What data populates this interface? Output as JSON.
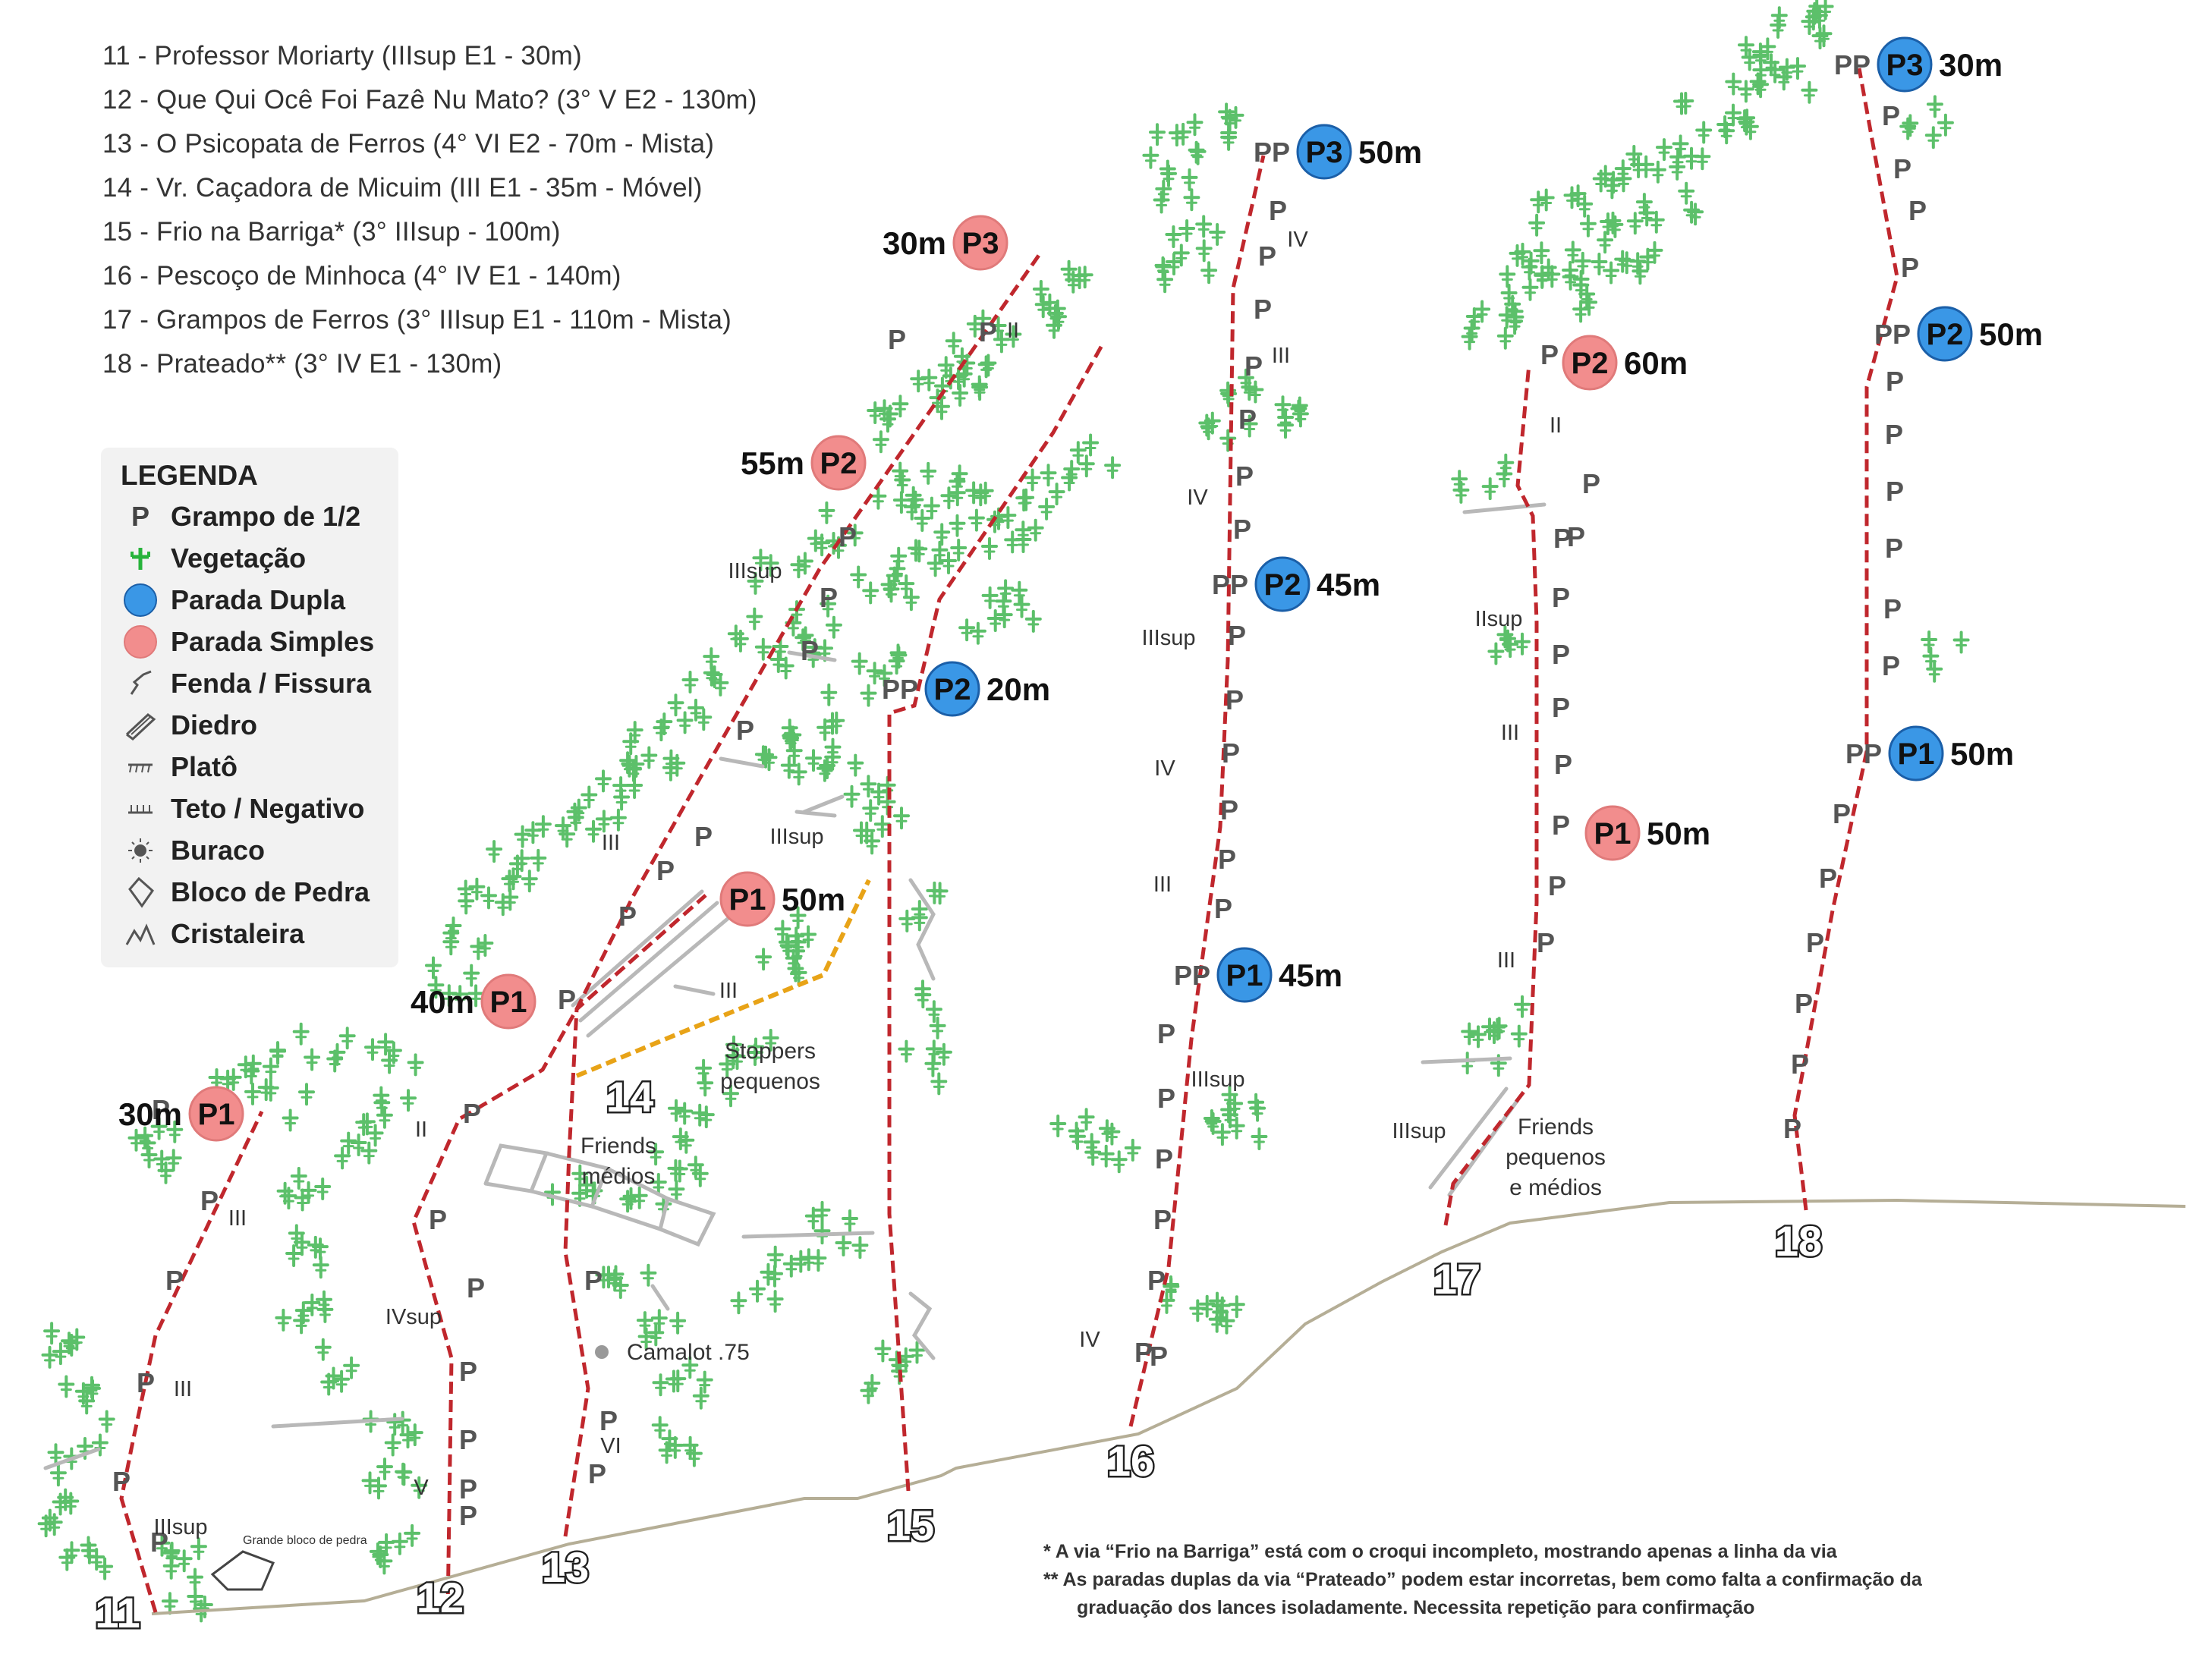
{
  "route_list": [
    "11 - Professor Moriarty (IIIsup E1 - 30m)",
    "12 - Que Qui Ocê Foi Fazê Nu Mato? (3° V E2 - 130m)",
    "13 - O Psicopata de Ferros (4° VI E2 - 70m - Mista)",
    "14 - Vr. Caçadora de Micuim (III E1 - 35m - Móvel)",
    "15 - Frio na Barriga* (3° IIIsup - 100m)",
    "16 - Pescoço de Minhoca (4° IV E1 - 140m)",
    "17 - Grampos de Ferros (3° IIIsup E1 - 110m - Mista)",
    "18 - Prateado** (3° IV E1 - 130m)"
  ],
  "legend": {
    "title": "LEGENDA",
    "items": [
      {
        "icon": "bolt-icon",
        "glyph": "P",
        "label": "Grampo de 1/2"
      },
      {
        "icon": "vegetation-icon",
        "label": "Vegetação"
      },
      {
        "icon": "double-belay-icon",
        "label": "Parada Dupla"
      },
      {
        "icon": "single-belay-icon",
        "label": "Parada Simples"
      },
      {
        "icon": "crack-icon",
        "label": "Fenda / Fissura"
      },
      {
        "icon": "dihedral-icon",
        "label": "Diedro"
      },
      {
        "icon": "ledge-icon",
        "label": "Platô"
      },
      {
        "icon": "roof-icon",
        "label": "Teto / Negativo"
      },
      {
        "icon": "hole-icon",
        "label": "Buraco"
      },
      {
        "icon": "boulder-icon",
        "label": "Bloco de Pedra"
      },
      {
        "icon": "crystal-icon",
        "label": "Cristaleira"
      }
    ]
  },
  "colors": {
    "route_line": "#c0272d",
    "route_gap": "#ffffff",
    "trad_line": "#e8a317",
    "double_belay": "#3a97e6",
    "single_belay": "#f28d8d",
    "vegetation": "#5cc06a",
    "ground": "#b5ae96",
    "rock_feature": "#b8b8b8"
  },
  "belays": [
    {
      "route": "11",
      "label": "P1",
      "dist": "30m",
      "type": "single"
    },
    {
      "route": "12",
      "label": "P1",
      "dist": "40m",
      "type": "single"
    },
    {
      "route": "12",
      "label": "P2",
      "dist": "55m",
      "type": "single"
    },
    {
      "route": "12",
      "label": "P3",
      "dist": "30m",
      "type": "single"
    },
    {
      "route": "13",
      "label": "P1",
      "dist": "50m",
      "type": "single"
    },
    {
      "route": "15",
      "label": "P2",
      "dist": "20m",
      "type": "double",
      "bolts": "PP"
    },
    {
      "route": "16",
      "label": "P1",
      "dist": "45m",
      "type": "double",
      "bolts": "PP"
    },
    {
      "route": "16",
      "label": "P2",
      "dist": "45m",
      "type": "double",
      "bolts": "PP"
    },
    {
      "route": "16",
      "label": "P3",
      "dist": "50m",
      "type": "double",
      "bolts": "PP"
    },
    {
      "route": "17",
      "label": "P1",
      "dist": "50m",
      "type": "single"
    },
    {
      "route": "17",
      "label": "P2",
      "dist": "60m",
      "type": "single"
    },
    {
      "route": "18",
      "label": "P1",
      "dist": "50m",
      "type": "double",
      "bolts": "PP"
    },
    {
      "route": "18",
      "label": "P2",
      "dist": "50m",
      "type": "double",
      "bolts": "PP"
    },
    {
      "route": "18",
      "label": "P3",
      "dist": "30m",
      "type": "double",
      "bolts": "PP"
    }
  ],
  "route_numbers": [
    "11",
    "12",
    "13",
    "14",
    "15",
    "16",
    "17",
    "18"
  ],
  "grades": [
    "III",
    "III",
    "IIIsup",
    "II",
    "IVsup",
    "V",
    "VI",
    "III",
    "IIIsup",
    "III",
    "IIIsup",
    "II",
    "IV",
    "III",
    "IV",
    "IIIsup",
    "IV",
    "III",
    "IIIsup",
    "IV",
    "II",
    "IIsup",
    "III",
    "III",
    "IIIsup"
  ],
  "bolt_glyph": "P",
  "annotations": {
    "stoppers": [
      "Stoppers",
      "pequenos"
    ],
    "friends_medios": [
      "Friends",
      "médios"
    ],
    "camalot": "Camalot .75",
    "boulder": "Grande bloco de pedra",
    "friends_17": [
      "Friends",
      "pequenos",
      "e médios"
    ]
  },
  "notes": [
    "* A via “Frio na Barriga” está com o croqui incompleto, mostrando apenas a linha da via",
    "** As paradas duplas da via “Prateado” podem estar incorretas, bem como falta a confirmação da",
    "graduação dos lances isoladamente. Necessita repetição para confirmação"
  ]
}
